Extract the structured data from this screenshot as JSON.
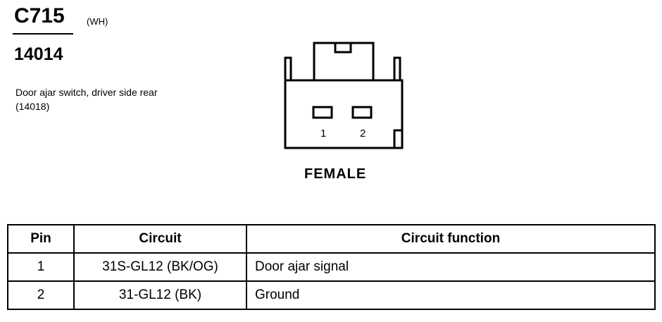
{
  "header": {
    "connector_id": "C715",
    "color_code": "(WH)",
    "part_number": "14014",
    "description": "Door ajar switch, driver side rear (14018)"
  },
  "connector": {
    "pin_labels": [
      "1",
      "2"
    ],
    "view_label": "FEMALE"
  },
  "table": {
    "headers": [
      "Pin",
      "Circuit",
      "Circuit function"
    ],
    "rows": [
      {
        "pin": "1",
        "circuit": "31S-GL12 (BK/OG)",
        "function": "Door ajar signal"
      },
      {
        "pin": "2",
        "circuit": "31-GL12 (BK)",
        "function": "Ground"
      }
    ]
  }
}
